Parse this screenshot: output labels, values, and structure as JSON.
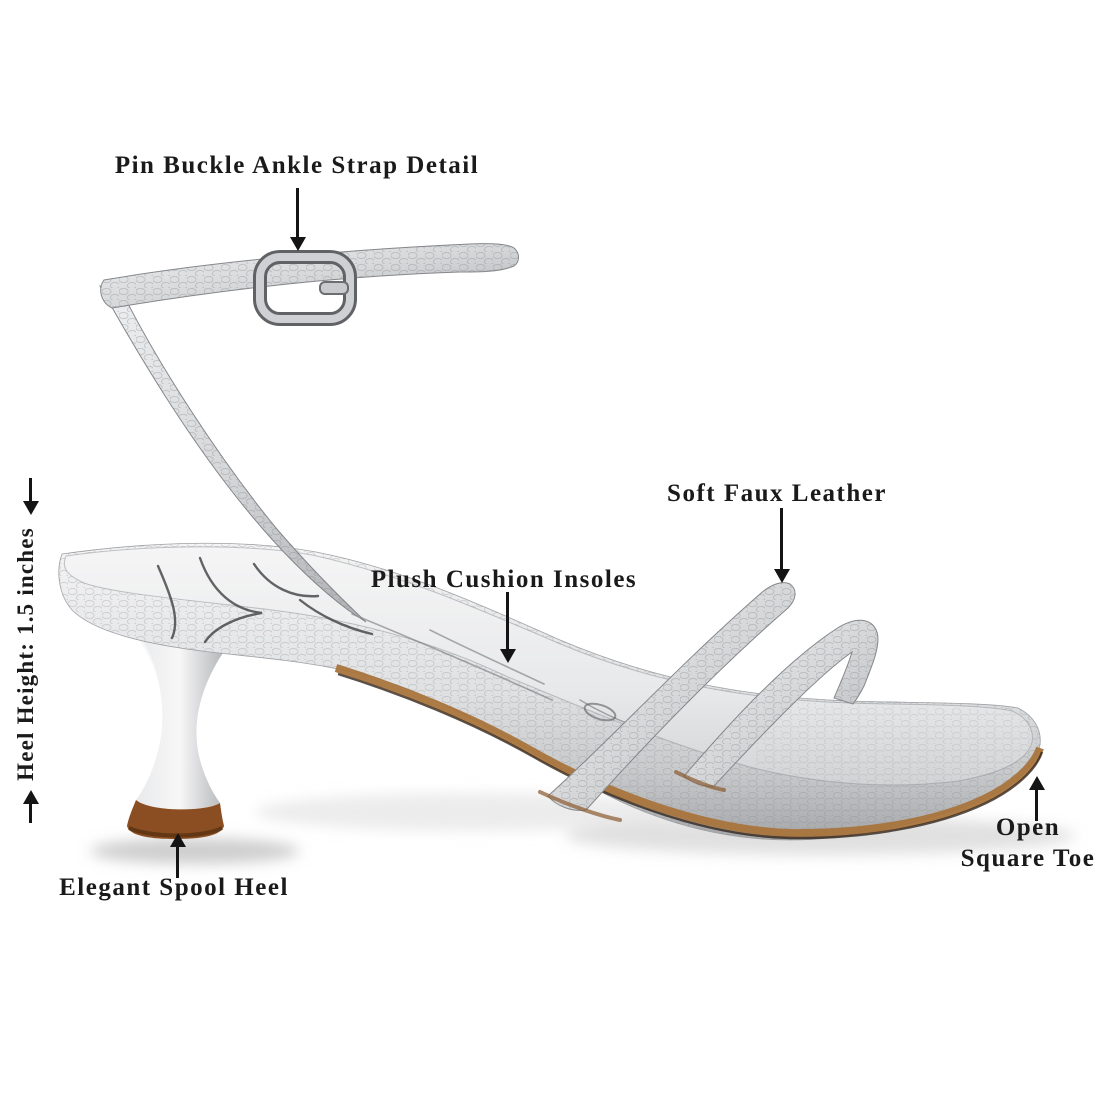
{
  "figure": {
    "type": "product-feature-diagram",
    "subject": "silver metallic strappy kitten-heel sandal, side view"
  },
  "product": {
    "colors": {
      "text": "#1a1a1a",
      "silver_light": "#f4f4f5",
      "silver_mid": "#d7d8da",
      "silver_dark": "#a4a6a9",
      "sole_brown": "#a9743c",
      "heel_tip_brown": "#8a4e22",
      "arrow": "#141414"
    }
  },
  "annotations": {
    "pin_buckle": {
      "label": "Pin Buckle Ankle Strap Detail"
    },
    "heel_height": {
      "label": "Heel Height: 1.5 inches"
    },
    "plush_insoles": {
      "label": "Plush Cushion Insoles"
    },
    "soft_faux_leather": {
      "label": "Soft Faux Leather"
    },
    "spool_heel": {
      "label": "Elegant Spool Heel"
    },
    "open_square_toe": {
      "line1": "Open",
      "line2": "Square Toe"
    }
  }
}
